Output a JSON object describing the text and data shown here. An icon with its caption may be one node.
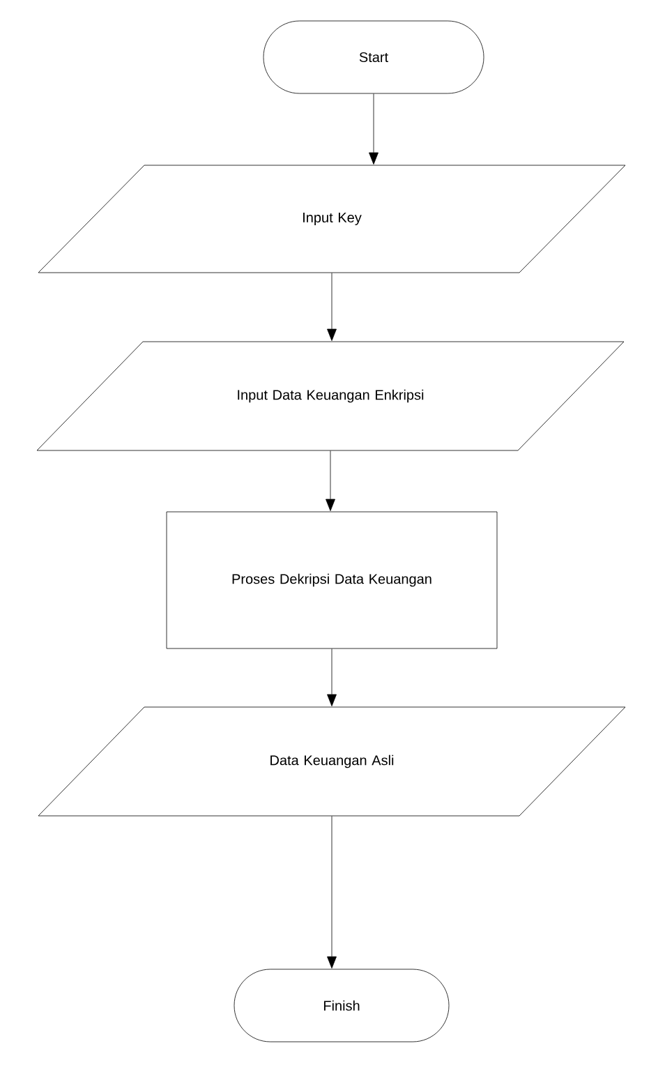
{
  "diagram": {
    "nodes": [
      {
        "text": [
          "Start"
        ]
      },
      {
        "text": [
          "Input Key"
        ]
      },
      {
        "text": [
          "Input Data Keuangan Enkripsi"
        ]
      },
      {
        "text": [
          "Proses Dekripsi Data Keuangan"
        ]
      },
      {
        "text": [
          "Data Keuangan Asli"
        ]
      },
      {
        "text": [
          "Finish"
        ]
      }
    ],
    "edges": [
      {
        "from": 0,
        "to": 1,
        "arrow": "to"
      },
      {
        "from": 1,
        "to": 2,
        "arrow": "to"
      },
      {
        "from": 2,
        "to": 3,
        "arrow": "to"
      },
      {
        "from": 3,
        "to": 4,
        "arrow": "to"
      },
      {
        "from": 4,
        "to": 5,
        "arrow": "to"
      }
    ]
  }
}
